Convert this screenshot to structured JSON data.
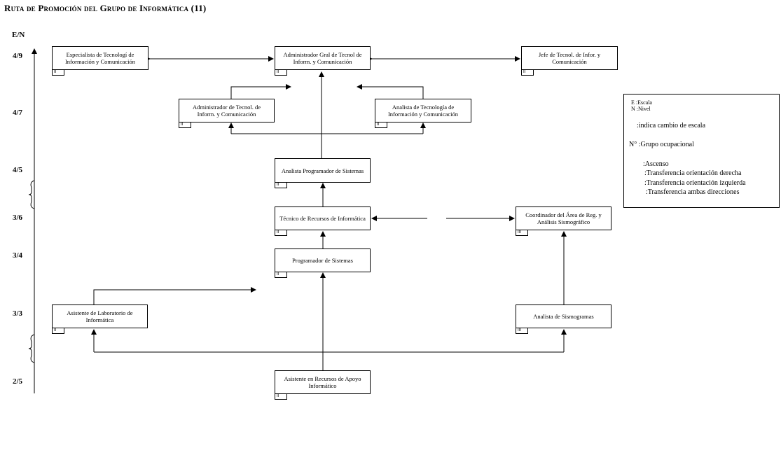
{
  "title": "Ruta de Promoción del Grupo de Informática (11)",
  "axis": {
    "header": "E/N",
    "levels": [
      "4/9",
      "4/7",
      "4/5",
      "3/6",
      "3/4",
      "3/3",
      "2/5"
    ]
  },
  "boxes": {
    "especialista": {
      "text": "Especialista de Tecnologí de Información y Comunicación",
      "group": "II"
    },
    "admin_gral": {
      "text": "Administrador Gral de Tecnol de Inform. y Comunicación",
      "group": "II"
    },
    "jefe": {
      "text": "Jefe de Tecnol. de Infor. y Comunicación",
      "group": "II"
    },
    "admin_tecnol": {
      "text": "Administrador de Tecnol. de Inform. y Comunicación",
      "group": "II"
    },
    "analista_tecnologia": {
      "text": "Analista de Tecnología de Información y Comunicación",
      "group": "II"
    },
    "analista_programador": {
      "text": "Analista Programador de Sistemas",
      "group": "II"
    },
    "tecnico_recursos": {
      "text": "Técnico de Recursos de Informática",
      "group": "II"
    },
    "coordinador": {
      "text": "Coordinador del Área de Reg. y Análisis Sismográfico",
      "group": "III"
    },
    "programador": {
      "text": "Programador de Sistemas",
      "group": "II"
    },
    "asistente_lab": {
      "text": "Asistente de Laboratorio de Informática",
      "group": "II"
    },
    "analista_sismogramas": {
      "text": "Analista de Sismogramas",
      "group": "III"
    },
    "asistente_recursos": {
      "text": "Asistente en Recursos de Apoyo Informático",
      "group": "II"
    }
  },
  "legend": {
    "e_label": "E :Escala",
    "n_label": "N :Nivel",
    "brace_text": ":indica cambio de escala",
    "group_text": "N° :Grupo ocupacional",
    "ascenso": ":Ascenso",
    "derecha": ":Transferencia orientación derecha",
    "izquierda": ":Transferencia orientación izquierda",
    "ambas": ":Transferencia ambas direcciones"
  }
}
